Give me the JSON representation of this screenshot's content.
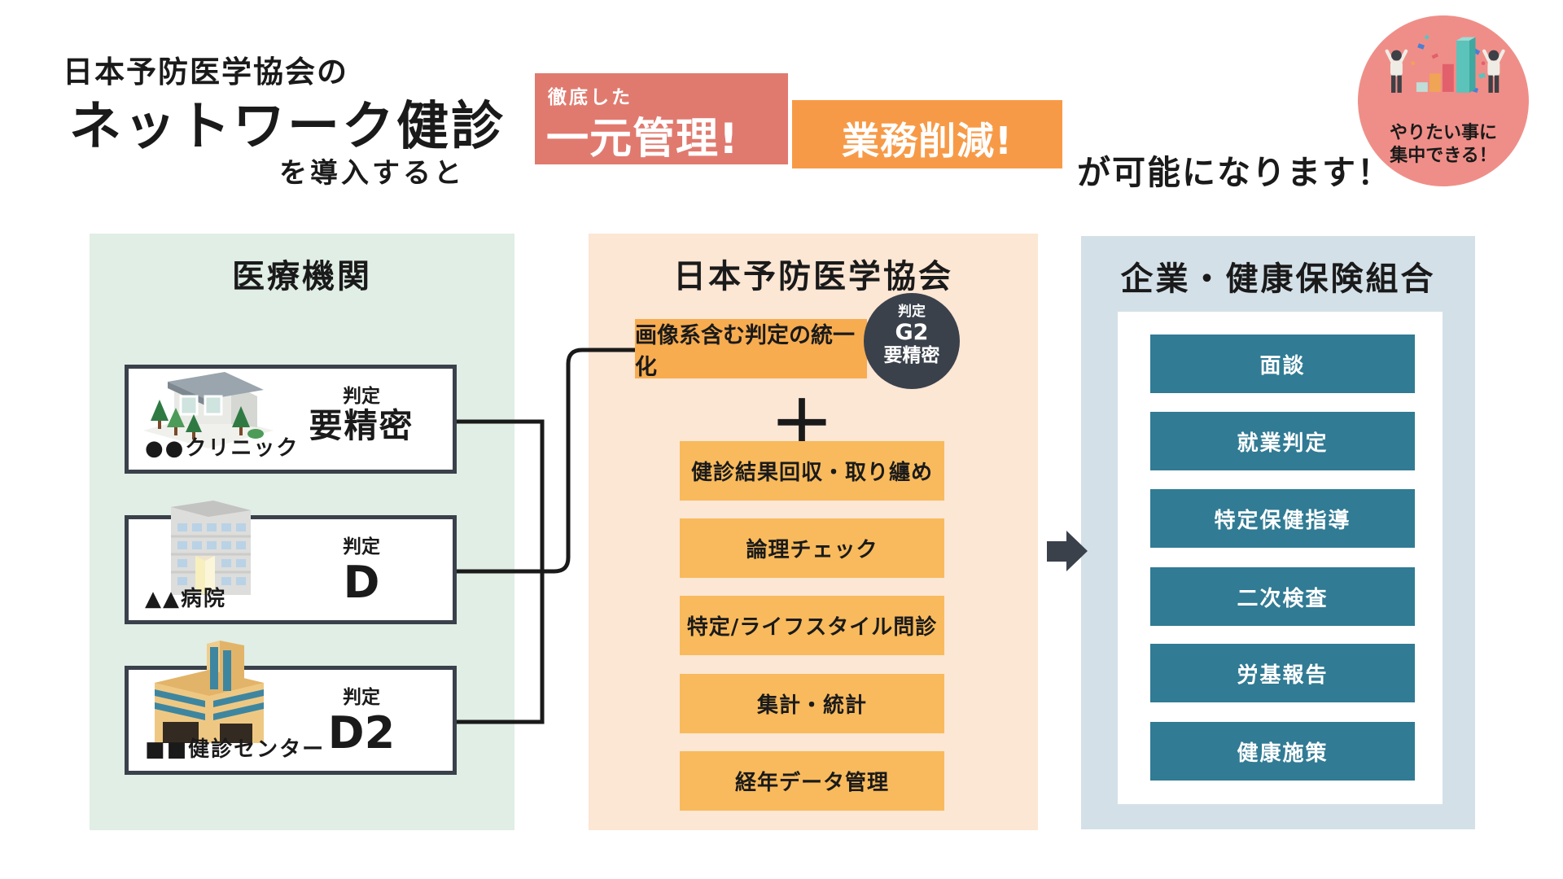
{
  "header": {
    "title_line1": "日本予防医学協会の",
    "title_line2": "ネットワーク健診",
    "title_line3": "を導入すると",
    "badge1": {
      "small": "徹底した",
      "label": "一元管理!"
    },
    "badge2": {
      "label": "業務削減!"
    },
    "suffix": "が可能になります！",
    "circle_badge": {
      "line1": "やりたい事に",
      "line2": "集中できる！"
    }
  },
  "columns": {
    "medical": {
      "title": "医療機関",
      "cards": [
        {
          "icon": "clinic-building",
          "name": "●●クリニック",
          "judgement_label": "判定",
          "judgement_value": "要精密"
        },
        {
          "icon": "hospital-building",
          "name": "▲▲病院",
          "judgement_label": "判定",
          "judgement_value": "D"
        },
        {
          "icon": "checkup-center-building",
          "name": "■■健診センター",
          "judgement_label": "判定",
          "judgement_value": "D2"
        }
      ]
    },
    "association": {
      "title": "日本予防医学協会",
      "unify_box": "画像系含む判定の統一化",
      "judgement_circle": {
        "label": "判定",
        "code": "G2",
        "value": "要精密"
      },
      "plus": "＋",
      "services": [
        "健診結果回収・取り纏め",
        "論理チェック",
        "特定/ライフスタイル問診",
        "集計・統計",
        "経年データ管理"
      ]
    },
    "organization": {
      "title": "企業・健康保険組合",
      "items": [
        "面談",
        "就業判定",
        "特定保健指導",
        "二次検査",
        "労基報告",
        "健康施策"
      ]
    }
  },
  "colors": {
    "salmon_badge": "#E07A6F",
    "orange_badge": "#F79A47",
    "green_panel": "#E0EEE5",
    "peach_panel": "#FCE6D4",
    "blue_panel": "#D4E0E7",
    "teal_button": "#317B94",
    "orange_box": "#F8BA5C",
    "dark_accent": "#3A414B",
    "pink_circle": "#EF8E88"
  }
}
